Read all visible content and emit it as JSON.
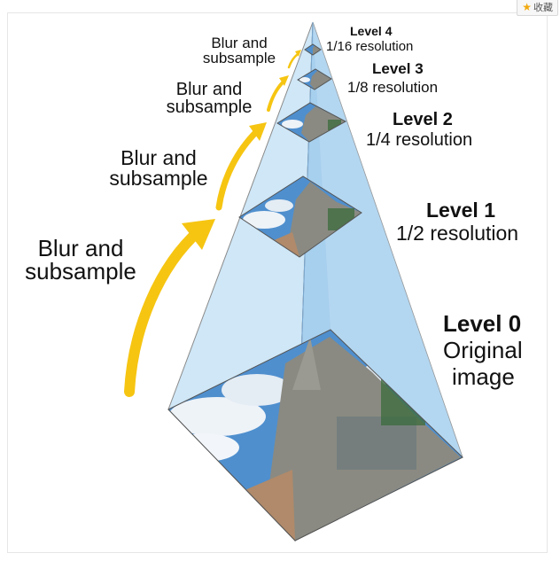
{
  "toolbar": {
    "collect_label": "收藏",
    "star_icon": "star-icon"
  },
  "colors": {
    "pyramid_face_light": "#cfe7f7",
    "pyramid_face_dark": "#a7cfee",
    "pyramid_edge": "#8a8a8a",
    "arrow": "#f6c512",
    "sky": "#4f8fce",
    "cloud": "#eef3f8",
    "building": "#8a8a82"
  },
  "levels": [
    {
      "title": "Level 4",
      "subtitle": "1/16 resolution"
    },
    {
      "title": "Level 3",
      "subtitle": "1/8 resolution"
    },
    {
      "title": "Level 2",
      "subtitle": "1/4 resolution"
    },
    {
      "title": "Level 1",
      "subtitle": "1/2 resolution"
    },
    {
      "title": "Level 0",
      "subtitle_line1": "Original",
      "subtitle_line2": "image"
    }
  ],
  "arrows": [
    {
      "line1": "Blur and",
      "line2": "subsample"
    },
    {
      "line1": "Blur and",
      "line2": "subsample"
    },
    {
      "line1": "Blur and",
      "line2": "subsample"
    },
    {
      "line1": "Blur and",
      "line2": "subsample"
    }
  ]
}
